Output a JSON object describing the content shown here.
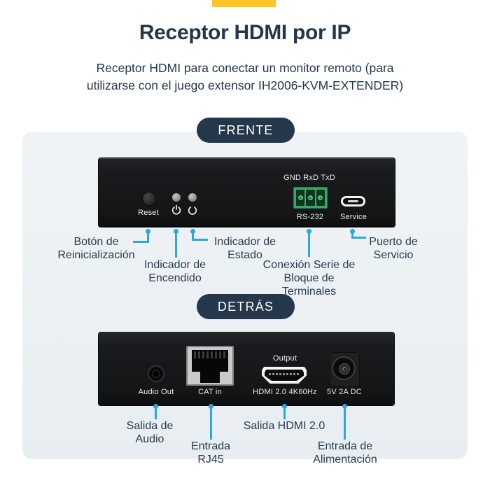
{
  "colors": {
    "accent_yellow": "#FFC425",
    "leader_cyan": "#29A9E1",
    "badge_navy": "#25384B",
    "text_navy": "#233749"
  },
  "header": {
    "title": "Receptor HDMI por IP",
    "subtitle": "Receptor HDMI para conectar un monitor remoto (para\nutilizarse con el juego extensor IH2006-KVM-EXTENDER)"
  },
  "front": {
    "badge_label": "FRENTE",
    "device": {
      "reset_label": "Reset",
      "serial_header": "GND RxD TxD",
      "serial_label": "RS-232",
      "service_label": "Service"
    },
    "callouts": [
      {
        "label": "Botón de\nReinicialización"
      },
      {
        "label": "Indicador de\nEncendido"
      },
      {
        "label": "Indicador de\nEstado"
      },
      {
        "label": "Conexión Serie de\nBloque de\nTerminales"
      },
      {
        "label": "Puerto de\nServicio"
      }
    ]
  },
  "back": {
    "badge_label": "DETRÁS",
    "device": {
      "audio_label": "Audio Out",
      "cat_label": "CAT in",
      "hdmi_top_label": "Output",
      "hdmi_label": "HDMI 2.0 4K60Hz",
      "power_label": "5V 2A DC"
    },
    "callouts": [
      {
        "label": "Salida de\nAudio"
      },
      {
        "label": "Entrada\nRJ45"
      },
      {
        "label": "Salida HDMI 2.0"
      },
      {
        "label": "Entrada de\nAlimentación"
      }
    ]
  }
}
